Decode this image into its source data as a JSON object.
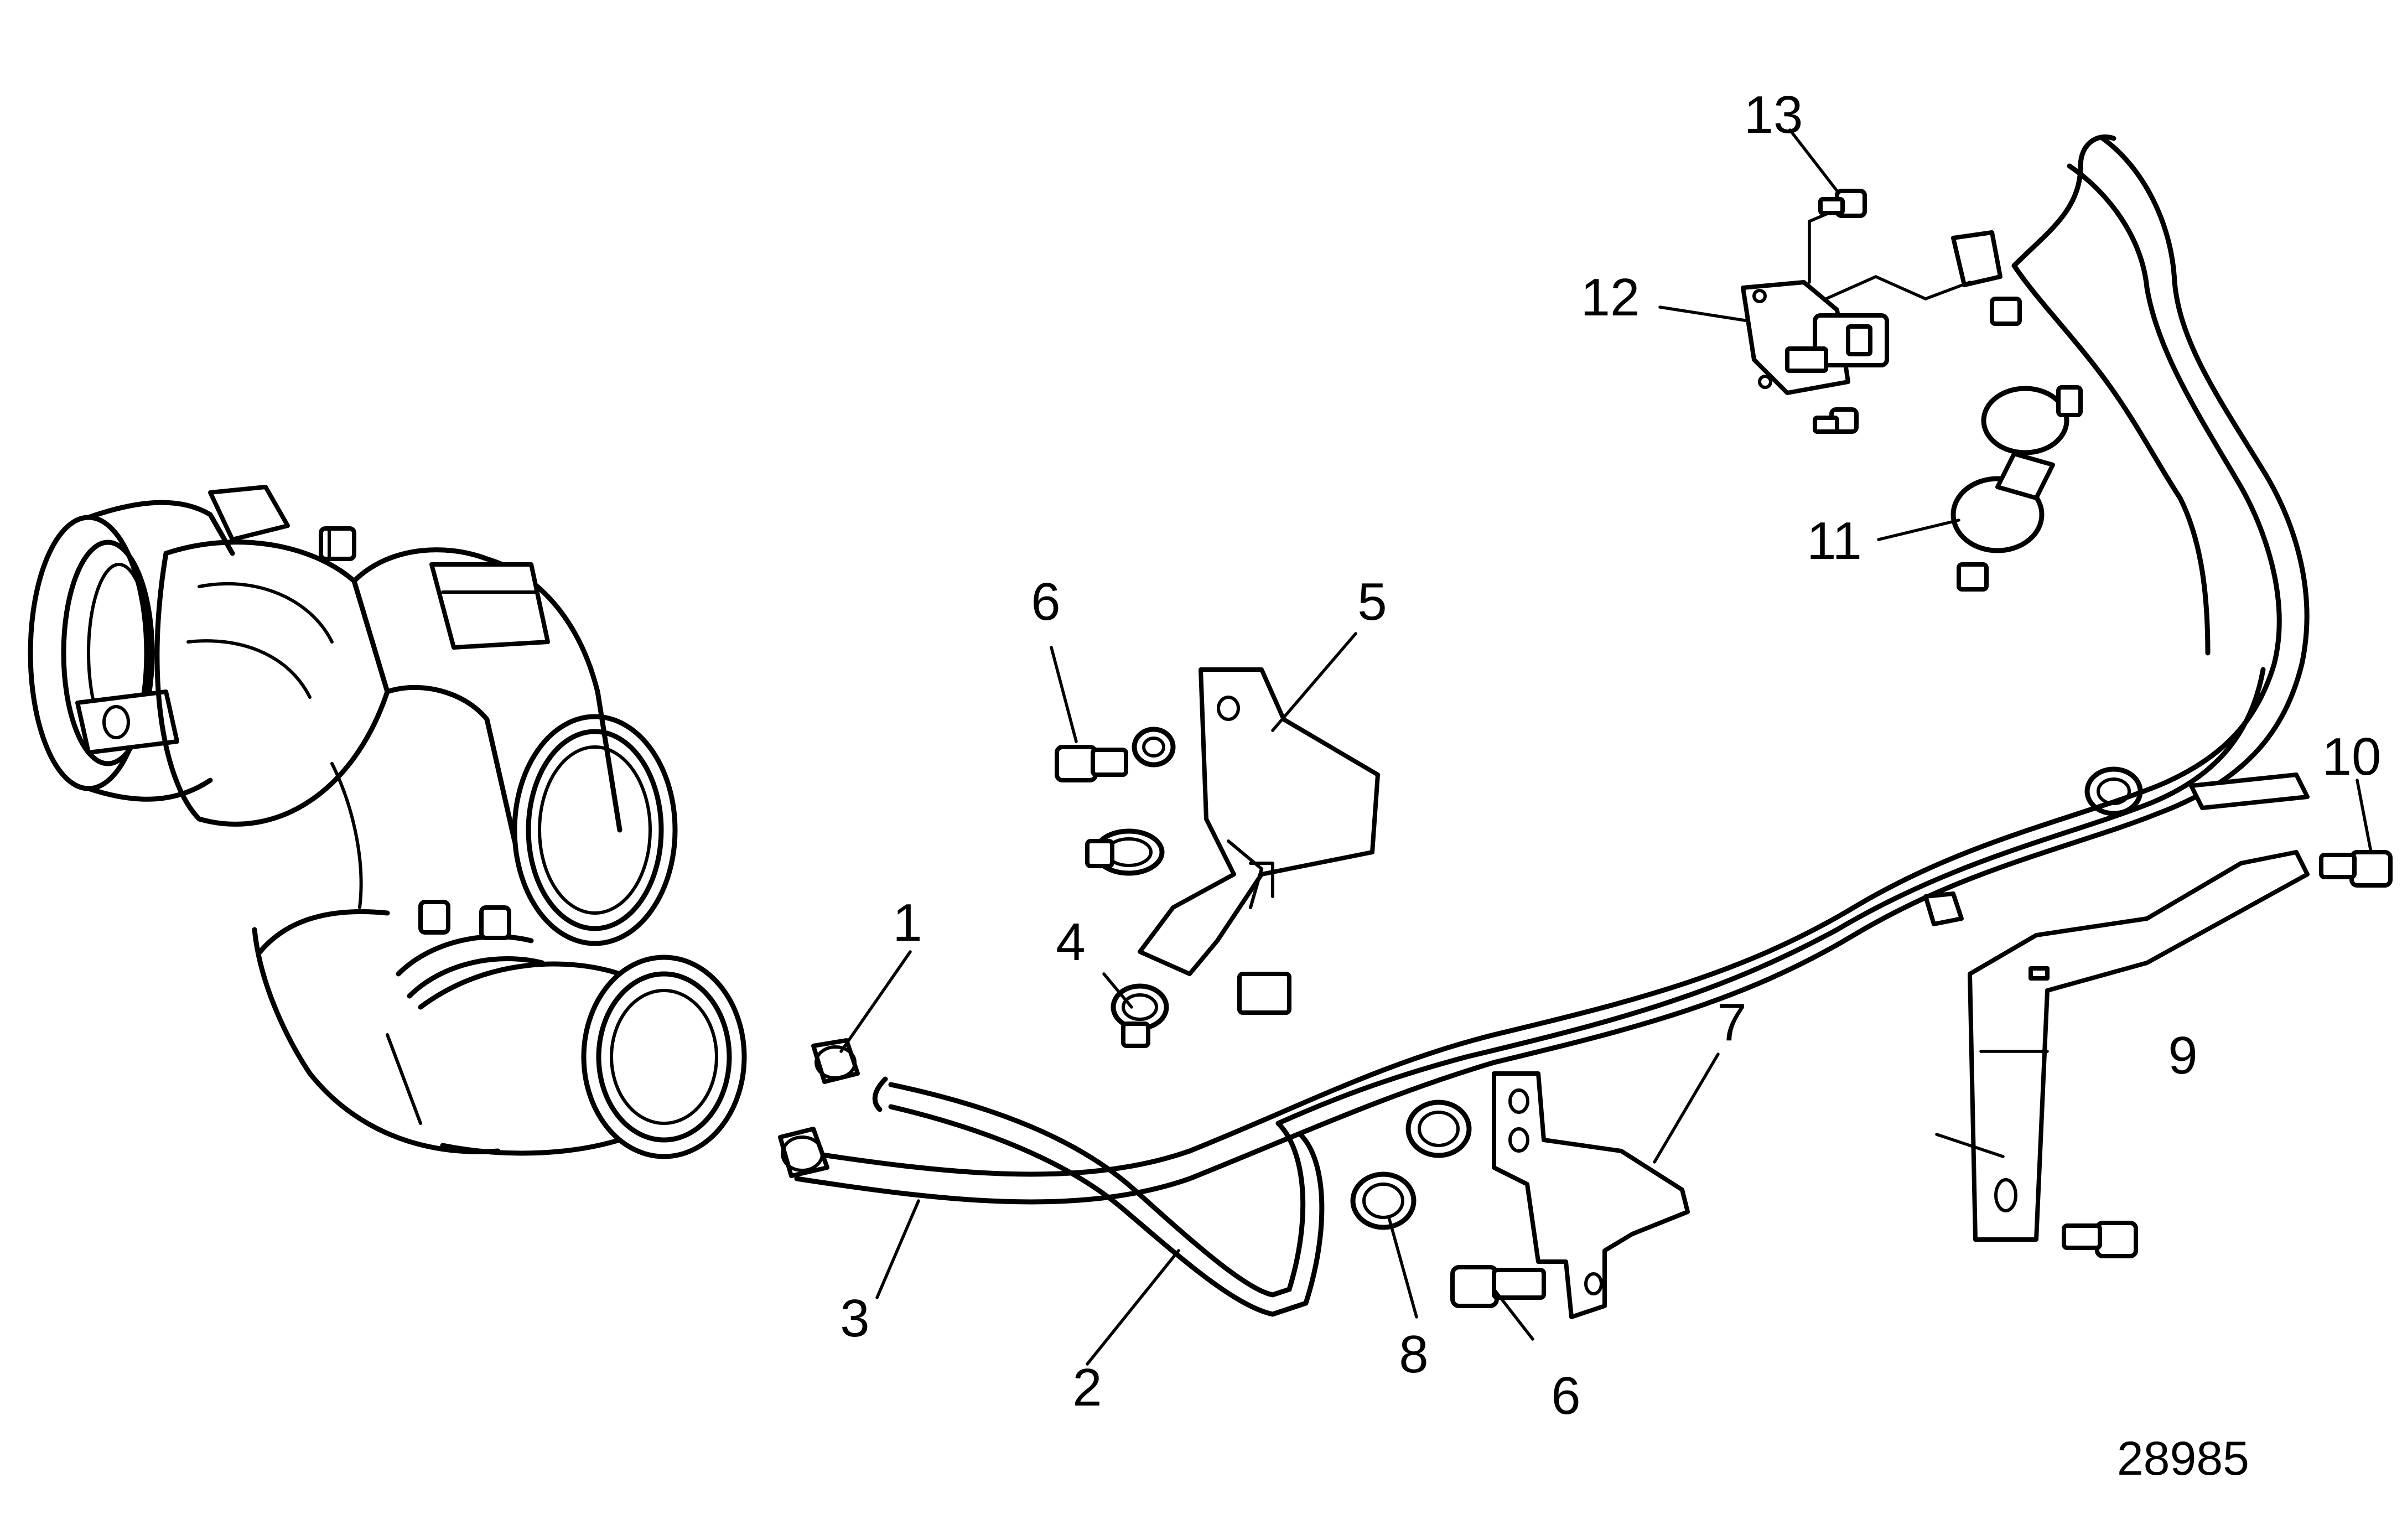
{
  "figure_number": "28985",
  "callouts": [
    {
      "id": "c1",
      "label": "1"
    },
    {
      "id": "c2",
      "label": "2"
    },
    {
      "id": "c3",
      "label": "3"
    },
    {
      "id": "c4",
      "label": "4"
    },
    {
      "id": "c5",
      "label": "5"
    },
    {
      "id": "c6a",
      "label": "6"
    },
    {
      "id": "c6b",
      "label": "6"
    },
    {
      "id": "c7",
      "label": "7"
    },
    {
      "id": "c8",
      "label": "8"
    },
    {
      "id": "c9",
      "label": "9"
    },
    {
      "id": "c10",
      "label": "10"
    },
    {
      "id": "c11",
      "label": "11"
    },
    {
      "id": "c12",
      "label": "12"
    },
    {
      "id": "c13",
      "label": "13"
    }
  ]
}
